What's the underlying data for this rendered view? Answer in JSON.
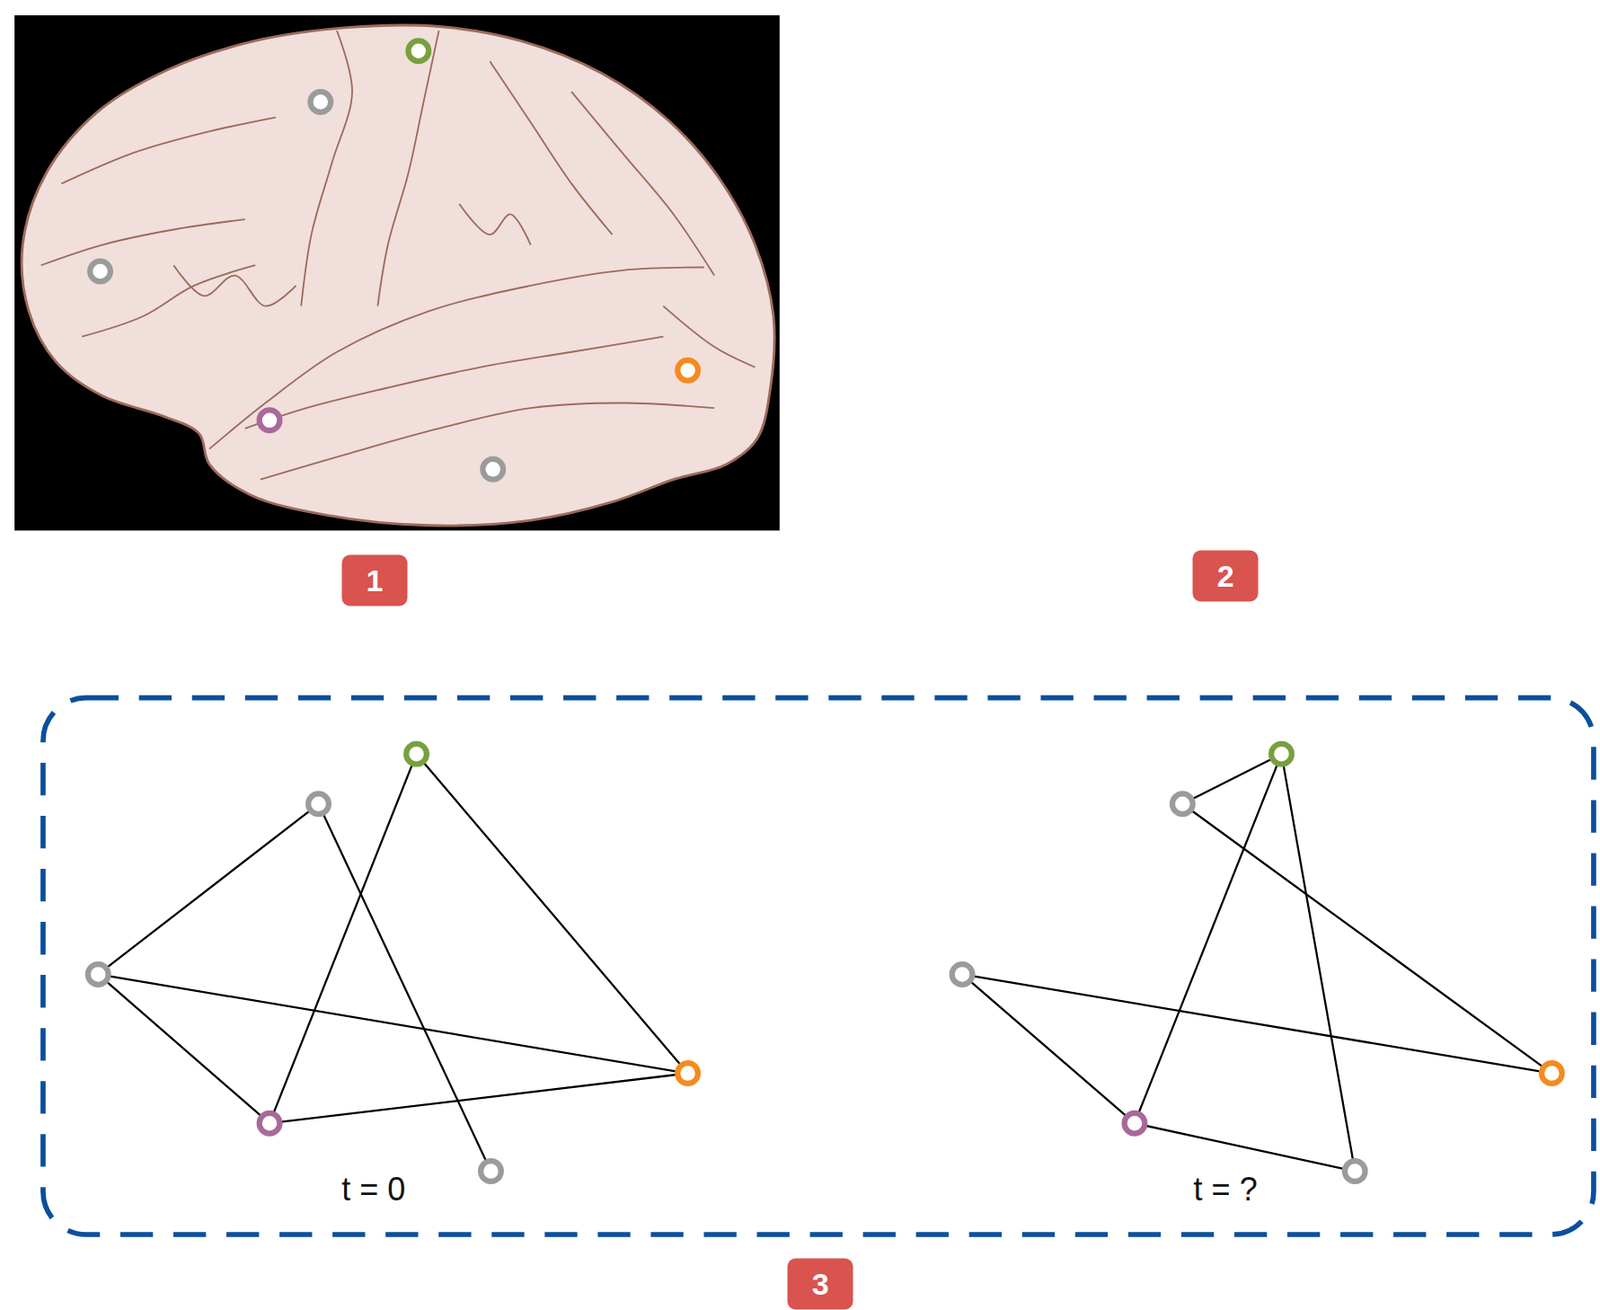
{
  "diagram": {
    "labels": [
      "1",
      "2",
      "t = 0",
      "t = ?",
      "3"
    ]
  }
}
